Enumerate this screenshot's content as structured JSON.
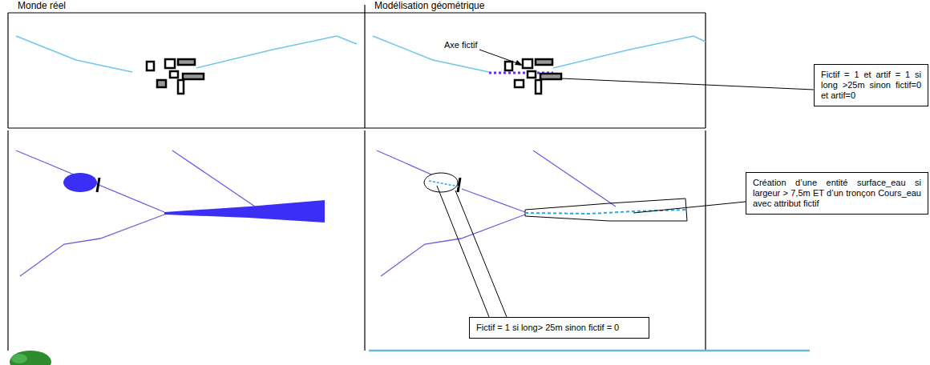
{
  "diagram": {
    "nodes": [
      {
        "text": [
          "Fictif = 1 et artif = 1 si long >25m sinon fictif=0 et artif=0"
        ]
      },
      {
        "text": [
          "Création d’une entité surface_eau si largeur > 7,5m ET d’un tronçon Cours_eau avec attribut fictif"
        ]
      },
      {
        "text": [
          "Fictif = 1 si long> 25m sinon fictif = 0"
        ]
      }
    ],
    "labels": [
      "Monde réel",
      "Modélisation géométrique",
      "Axe fictif"
    ]
  }
}
